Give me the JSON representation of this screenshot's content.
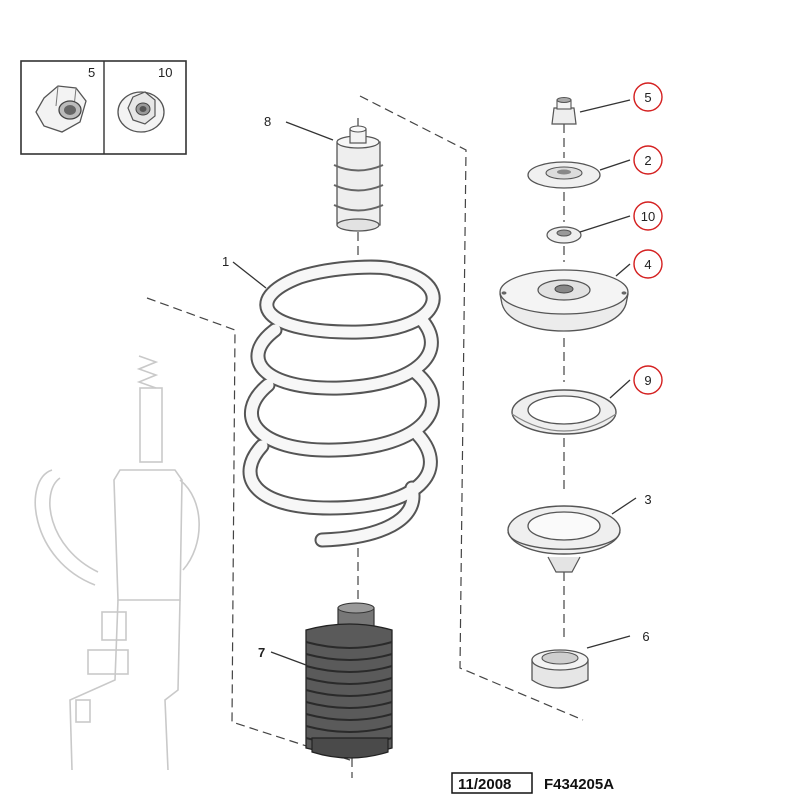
{
  "inset": {
    "items": [
      {
        "label": "5",
        "icon": "hex-nut-icon"
      },
      {
        "label": "10",
        "icon": "flange-nut-icon"
      }
    ]
  },
  "parts": {
    "left_labels": [
      "8",
      "1",
      "7"
    ],
    "right_labels": [
      "5",
      "2",
      "10",
      "4",
      "9",
      "3",
      "6"
    ],
    "circle_color": "#d42020"
  },
  "footer": {
    "date": "11/2008",
    "ref": "F434205A"
  }
}
